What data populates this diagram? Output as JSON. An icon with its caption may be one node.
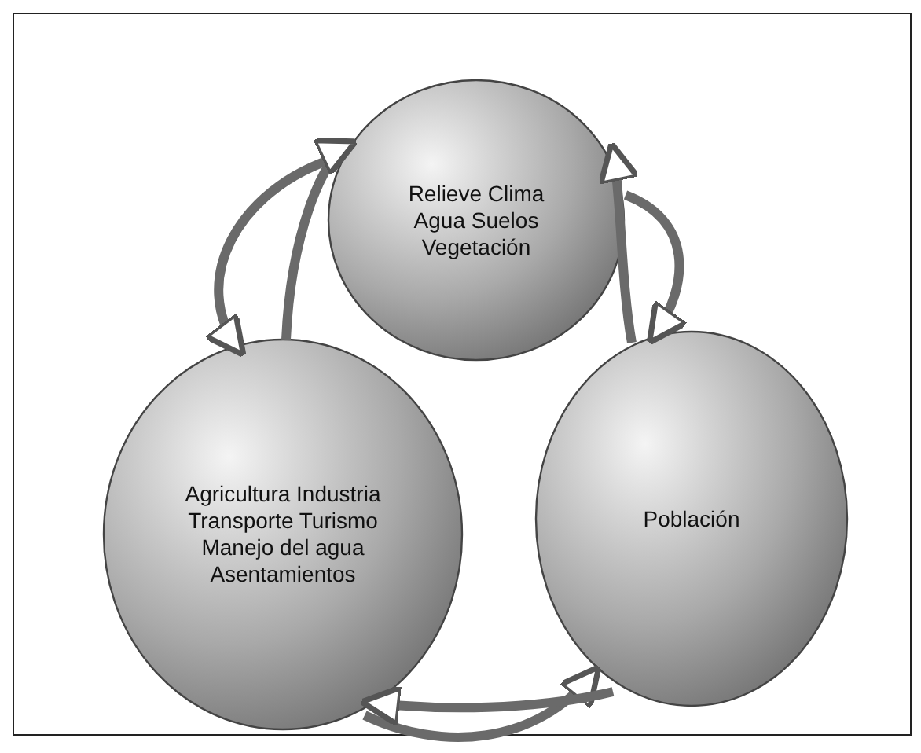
{
  "diagram": {
    "nodes": [
      {
        "text": [
          "Relieve Clima Agua Suelos Vegetación"
        ]
      },
      {
        "text": [
          "Agricultura Industria Transporte Turismo Manejo del agua Asentamientos"
        ]
      },
      {
        "text": [
          "Población"
        ]
      }
    ],
    "edges": [
      {
        "from": 0,
        "to": 1,
        "arrow": "to"
      },
      {
        "from": 1,
        "to": 0,
        "arrow": "to"
      },
      {
        "from": 2,
        "to": 0,
        "arrow": "to"
      },
      {
        "from": 0,
        "to": 2,
        "arrow": "to"
      },
      {
        "from": 1,
        "to": 2,
        "arrow": "to"
      },
      {
        "from": 2,
        "to": 1,
        "arrow": "to"
      }
    ]
  }
}
